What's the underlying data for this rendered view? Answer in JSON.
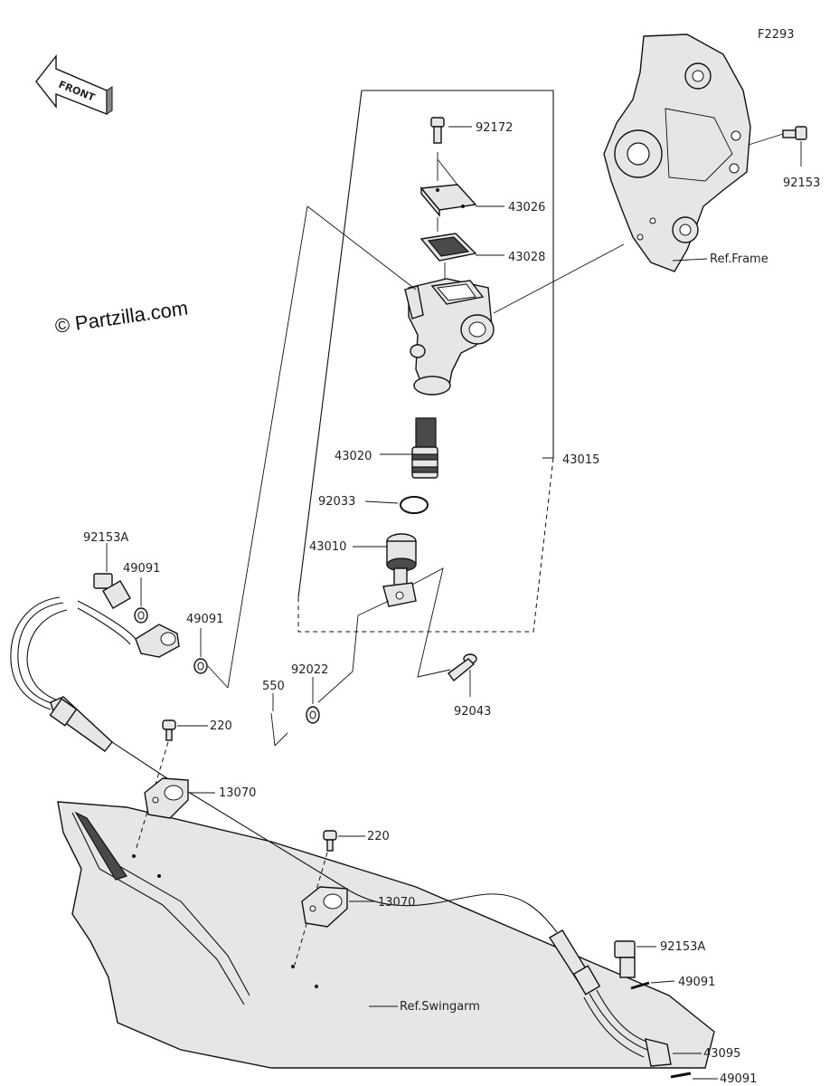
{
  "figure_code": "F2293",
  "watermark": "© Partzilla.com",
  "front_label": "FRONT",
  "labels": {
    "p92172": "92172",
    "p43026": "43026",
    "p43028": "43028",
    "p92153": "92153",
    "ref_frame": "Ref.Frame",
    "p43020": "43020",
    "p43015": "43015",
    "p92033": "92033",
    "p43010": "43010",
    "p92153A_top": "92153A",
    "p49091_a": "49091",
    "p49091_b": "49091",
    "p92022": "92022",
    "p550": "550",
    "p92043": "92043",
    "p220_a": "220",
    "p13070_a": "13070",
    "p220_b": "220",
    "p13070_b": "13070",
    "p92153A_bottom": "92153A",
    "p49091_c": "49091",
    "p43095": "43095",
    "p49091_d": "49091",
    "ref_swingarm": "Ref.Swingarm"
  }
}
